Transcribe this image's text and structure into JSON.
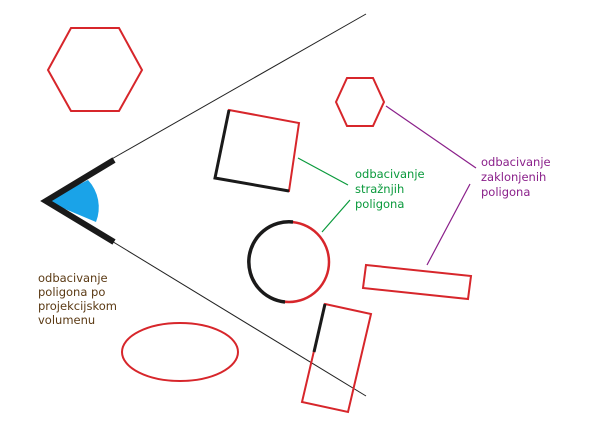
{
  "colors": {
    "polygon": "#d7262b",
    "back_edge": "#1a1a1a",
    "frustum_line": "#222222",
    "eye_fill": "#1aa3e8",
    "label_frustum": "#5b3a14",
    "label_backface": "#0a9a3c",
    "label_occlusion": "#8a1f8a"
  },
  "labels": {
    "frustum_culling": [
      "odbacivanje",
      "poligona po",
      "projekcijskom",
      "volumenu"
    ],
    "backface_culling": [
      "odbacivanje",
      "stražnjih",
      "poligona"
    ],
    "occlusion_culling": [
      "odbacivanje",
      "zaklonjenih",
      "poligona"
    ]
  },
  "shapes": [
    {
      "kind": "hexagon",
      "region": "outside-volume"
    },
    {
      "kind": "square",
      "region": "inside-volume",
      "back_faces": true
    },
    {
      "kind": "circle",
      "region": "inside-volume",
      "back_faces": true
    },
    {
      "kind": "hexagon",
      "region": "inside-volume",
      "occluded": true
    },
    {
      "kind": "rectangle",
      "region": "inside-volume",
      "occluded": true
    },
    {
      "kind": "ellipse",
      "region": "outside-volume"
    },
    {
      "kind": "rectangle",
      "region": "crossing-boundary",
      "back_faces": true
    }
  ]
}
